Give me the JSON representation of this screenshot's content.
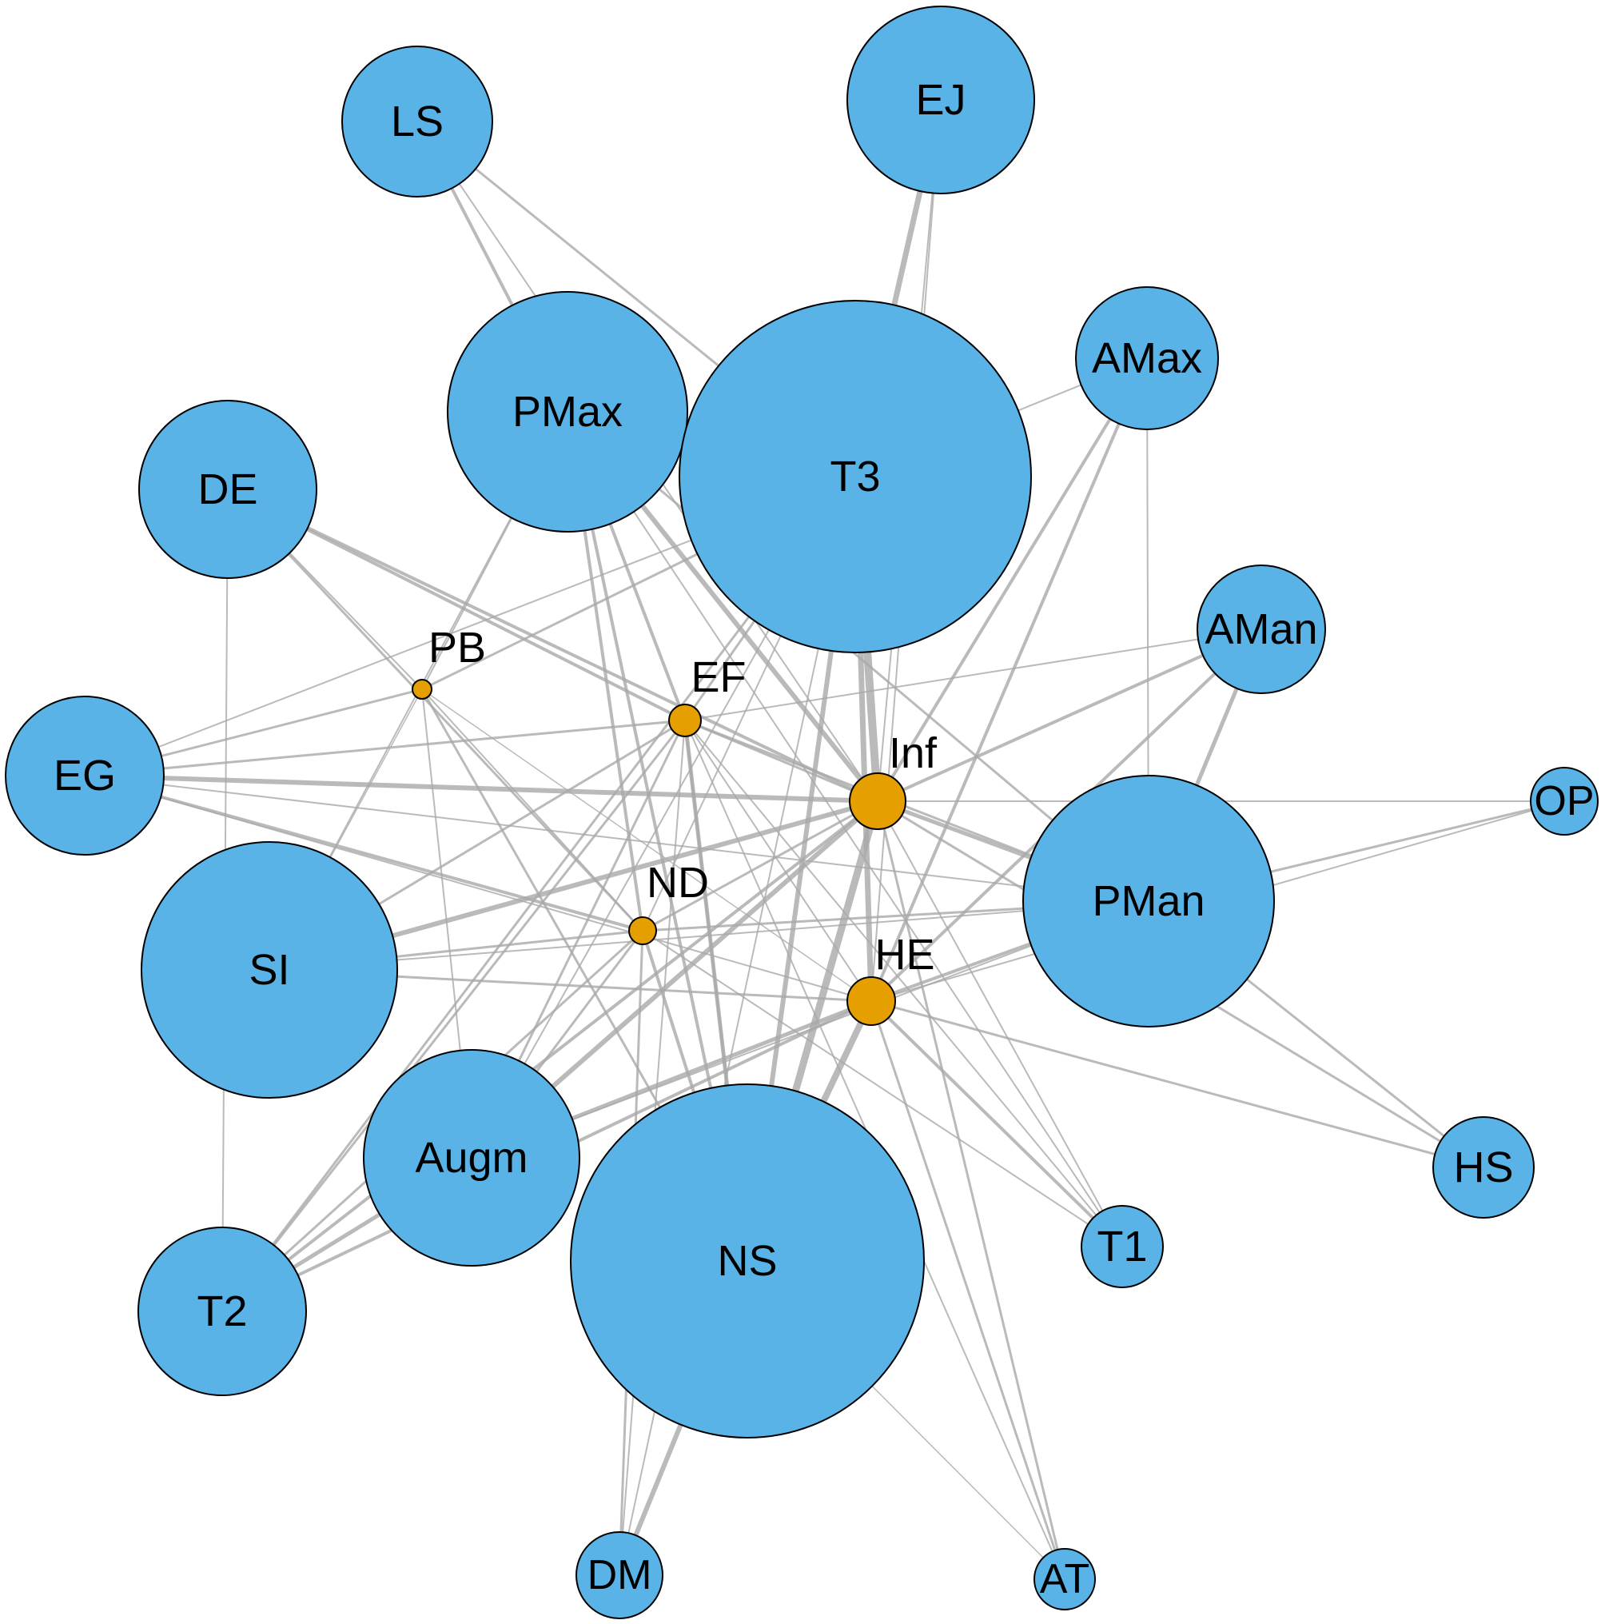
{
  "colors": {
    "primary_node": "#5ab3e6",
    "secondary_node": "#e69f00",
    "edge": "#a9a9a9",
    "outline": "#000000"
  },
  "nodes": [
    {
      "id": "LS",
      "label": "LS",
      "kind": "primary"
    },
    {
      "id": "EJ",
      "label": "EJ",
      "kind": "primary"
    },
    {
      "id": "AMax",
      "label": "AMax",
      "kind": "primary"
    },
    {
      "id": "PMax",
      "label": "PMax",
      "kind": "primary"
    },
    {
      "id": "T3",
      "label": "T3",
      "kind": "primary"
    },
    {
      "id": "DE",
      "label": "DE",
      "kind": "primary"
    },
    {
      "id": "AMan",
      "label": "AMan",
      "kind": "primary"
    },
    {
      "id": "EG",
      "label": "EG",
      "kind": "primary"
    },
    {
      "id": "OP",
      "label": "OP",
      "kind": "primary"
    },
    {
      "id": "PMan",
      "label": "PMan",
      "kind": "primary"
    },
    {
      "id": "SI",
      "label": "SI",
      "kind": "primary"
    },
    {
      "id": "Augm",
      "label": "Augm",
      "kind": "primary"
    },
    {
      "id": "HS",
      "label": "HS",
      "kind": "primary"
    },
    {
      "id": "T1",
      "label": "T1",
      "kind": "primary"
    },
    {
      "id": "T2",
      "label": "T2",
      "kind": "primary"
    },
    {
      "id": "NS",
      "label": "NS",
      "kind": "primary"
    },
    {
      "id": "DM",
      "label": "DM",
      "kind": "primary"
    },
    {
      "id": "AT",
      "label": "AT",
      "kind": "primary"
    },
    {
      "id": "PB",
      "label": "PB",
      "kind": "secondary"
    },
    {
      "id": "EF",
      "label": "EF",
      "kind": "secondary"
    },
    {
      "id": "Inf",
      "label": "Inf",
      "kind": "secondary"
    },
    {
      "id": "ND",
      "label": "ND",
      "kind": "secondary"
    },
    {
      "id": "HE",
      "label": "HE",
      "kind": "secondary"
    }
  ],
  "edges": [
    [
      "Inf",
      "T3",
      10
    ],
    [
      "Inf",
      "NS",
      9
    ],
    [
      "HE",
      "NS",
      8
    ],
    [
      "HE",
      "T3",
      7
    ],
    [
      "EJ",
      "T3",
      7
    ],
    [
      "Inf",
      "PMax",
      6
    ],
    [
      "Inf",
      "EG",
      6
    ],
    [
      "Inf",
      "SI",
      6
    ],
    [
      "Inf",
      "Augm",
      6
    ],
    [
      "HE",
      "Augm",
      5
    ],
    [
      "Inf",
      "PMan",
      5
    ],
    [
      "Inf",
      "AMan",
      4
    ],
    [
      "Inf",
      "AMax",
      4
    ],
    [
      "HE",
      "PMan",
      4
    ],
    [
      "HE",
      "AMax",
      4
    ],
    [
      "ND",
      "EG",
      4
    ],
    [
      "ND",
      "PMax",
      4
    ],
    [
      "ND",
      "NS",
      4
    ],
    [
      "EF",
      "PMax",
      4
    ],
    [
      "EF",
      "NS",
      5
    ],
    [
      "EF",
      "DE",
      4
    ],
    [
      "Inf",
      "DE",
      4
    ],
    [
      "Inf",
      "T2",
      4
    ],
    [
      "HE",
      "T2",
      4
    ],
    [
      "HE",
      "T1",
      4
    ],
    [
      "HE",
      "AMan",
      4
    ],
    [
      "HE",
      "SI",
      3
    ],
    [
      "Inf",
      "HS",
      3
    ],
    [
      "ND",
      "SI",
      3
    ],
    [
      "ND",
      "PMan",
      3
    ],
    [
      "ND",
      "T2",
      3
    ],
    [
      "EF",
      "SI",
      3
    ],
    [
      "EF",
      "EG",
      3
    ],
    [
      "EF",
      "Augm",
      3
    ],
    [
      "EF",
      "T3",
      3
    ],
    [
      "PB",
      "EG",
      3
    ],
    [
      "PB",
      "T3",
      3
    ],
    [
      "PB",
      "NS",
      3
    ],
    [
      "PB",
      "PMax",
      2
    ],
    [
      "PB",
      "Augm",
      2
    ],
    [
      "PB",
      "DE",
      2
    ],
    [
      "PB",
      "SI",
      1.5
    ],
    [
      "PB",
      "HE",
      1.5
    ],
    [
      "PB",
      "ND",
      2
    ],
    [
      "LS",
      "PMax",
      4
    ],
    [
      "LS",
      "T3",
      3
    ],
    [
      "LS",
      "Inf",
      2
    ],
    [
      "AMax",
      "PMan",
      2
    ],
    [
      "AMax",
      "T3",
      2
    ],
    [
      "AMan",
      "PMan",
      5
    ],
    [
      "AMan",
      "EF",
      2
    ],
    [
      "OP",
      "Inf",
      2
    ],
    [
      "OP",
      "PMan",
      3
    ],
    [
      "OP",
      "HE",
      2
    ],
    [
      "HS",
      "PMan",
      3
    ],
    [
      "HS",
      "HE",
      3
    ],
    [
      "T1",
      "Inf",
      2
    ],
    [
      "T1",
      "ND",
      2
    ],
    [
      "T1",
      "PMax",
      2
    ],
    [
      "T1",
      "EF",
      2
    ],
    [
      "AT",
      "Inf",
      3
    ],
    [
      "AT",
      "HE",
      3
    ],
    [
      "AT",
      "EF",
      2
    ],
    [
      "AT",
      "NS",
      1.5
    ],
    [
      "DM",
      "NS",
      6
    ],
    [
      "DM",
      "ND",
      3
    ],
    [
      "DM",
      "EF",
      2
    ],
    [
      "DM",
      "T3",
      2
    ],
    [
      "T2",
      "Augm",
      5
    ],
    [
      "T2",
      "EF",
      3
    ],
    [
      "T2",
      "T3",
      3
    ],
    [
      "SI",
      "PMax",
      2
    ],
    [
      "Augm",
      "ND",
      3
    ],
    [
      "Augm",
      "T3",
      2
    ],
    [
      "NS",
      "PMax",
      4
    ],
    [
      "NS",
      "T3",
      6
    ],
    [
      "NS",
      "EF",
      3
    ],
    [
      "EG",
      "T3",
      2
    ],
    [
      "EJ",
      "Inf",
      2
    ],
    [
      "EJ",
      "HE",
      2
    ],
    [
      "PMax",
      "PMan",
      3
    ],
    [
      "DE",
      "ND",
      3
    ],
    [
      "HE",
      "EG",
      2
    ],
    [
      "ND",
      "T3",
      2
    ],
    [
      "EF",
      "PMan",
      3
    ],
    [
      "Inf",
      "ND",
      3
    ],
    [
      "Inf",
      "EF",
      3
    ],
    [
      "SI",
      "PMan",
      2
    ],
    [
      "HE",
      "EF",
      2
    ],
    [
      "Augm",
      "PMan",
      2
    ],
    [
      "DE",
      "T2",
      2
    ],
    [
      "EG",
      "PMan",
      2
    ]
  ]
}
